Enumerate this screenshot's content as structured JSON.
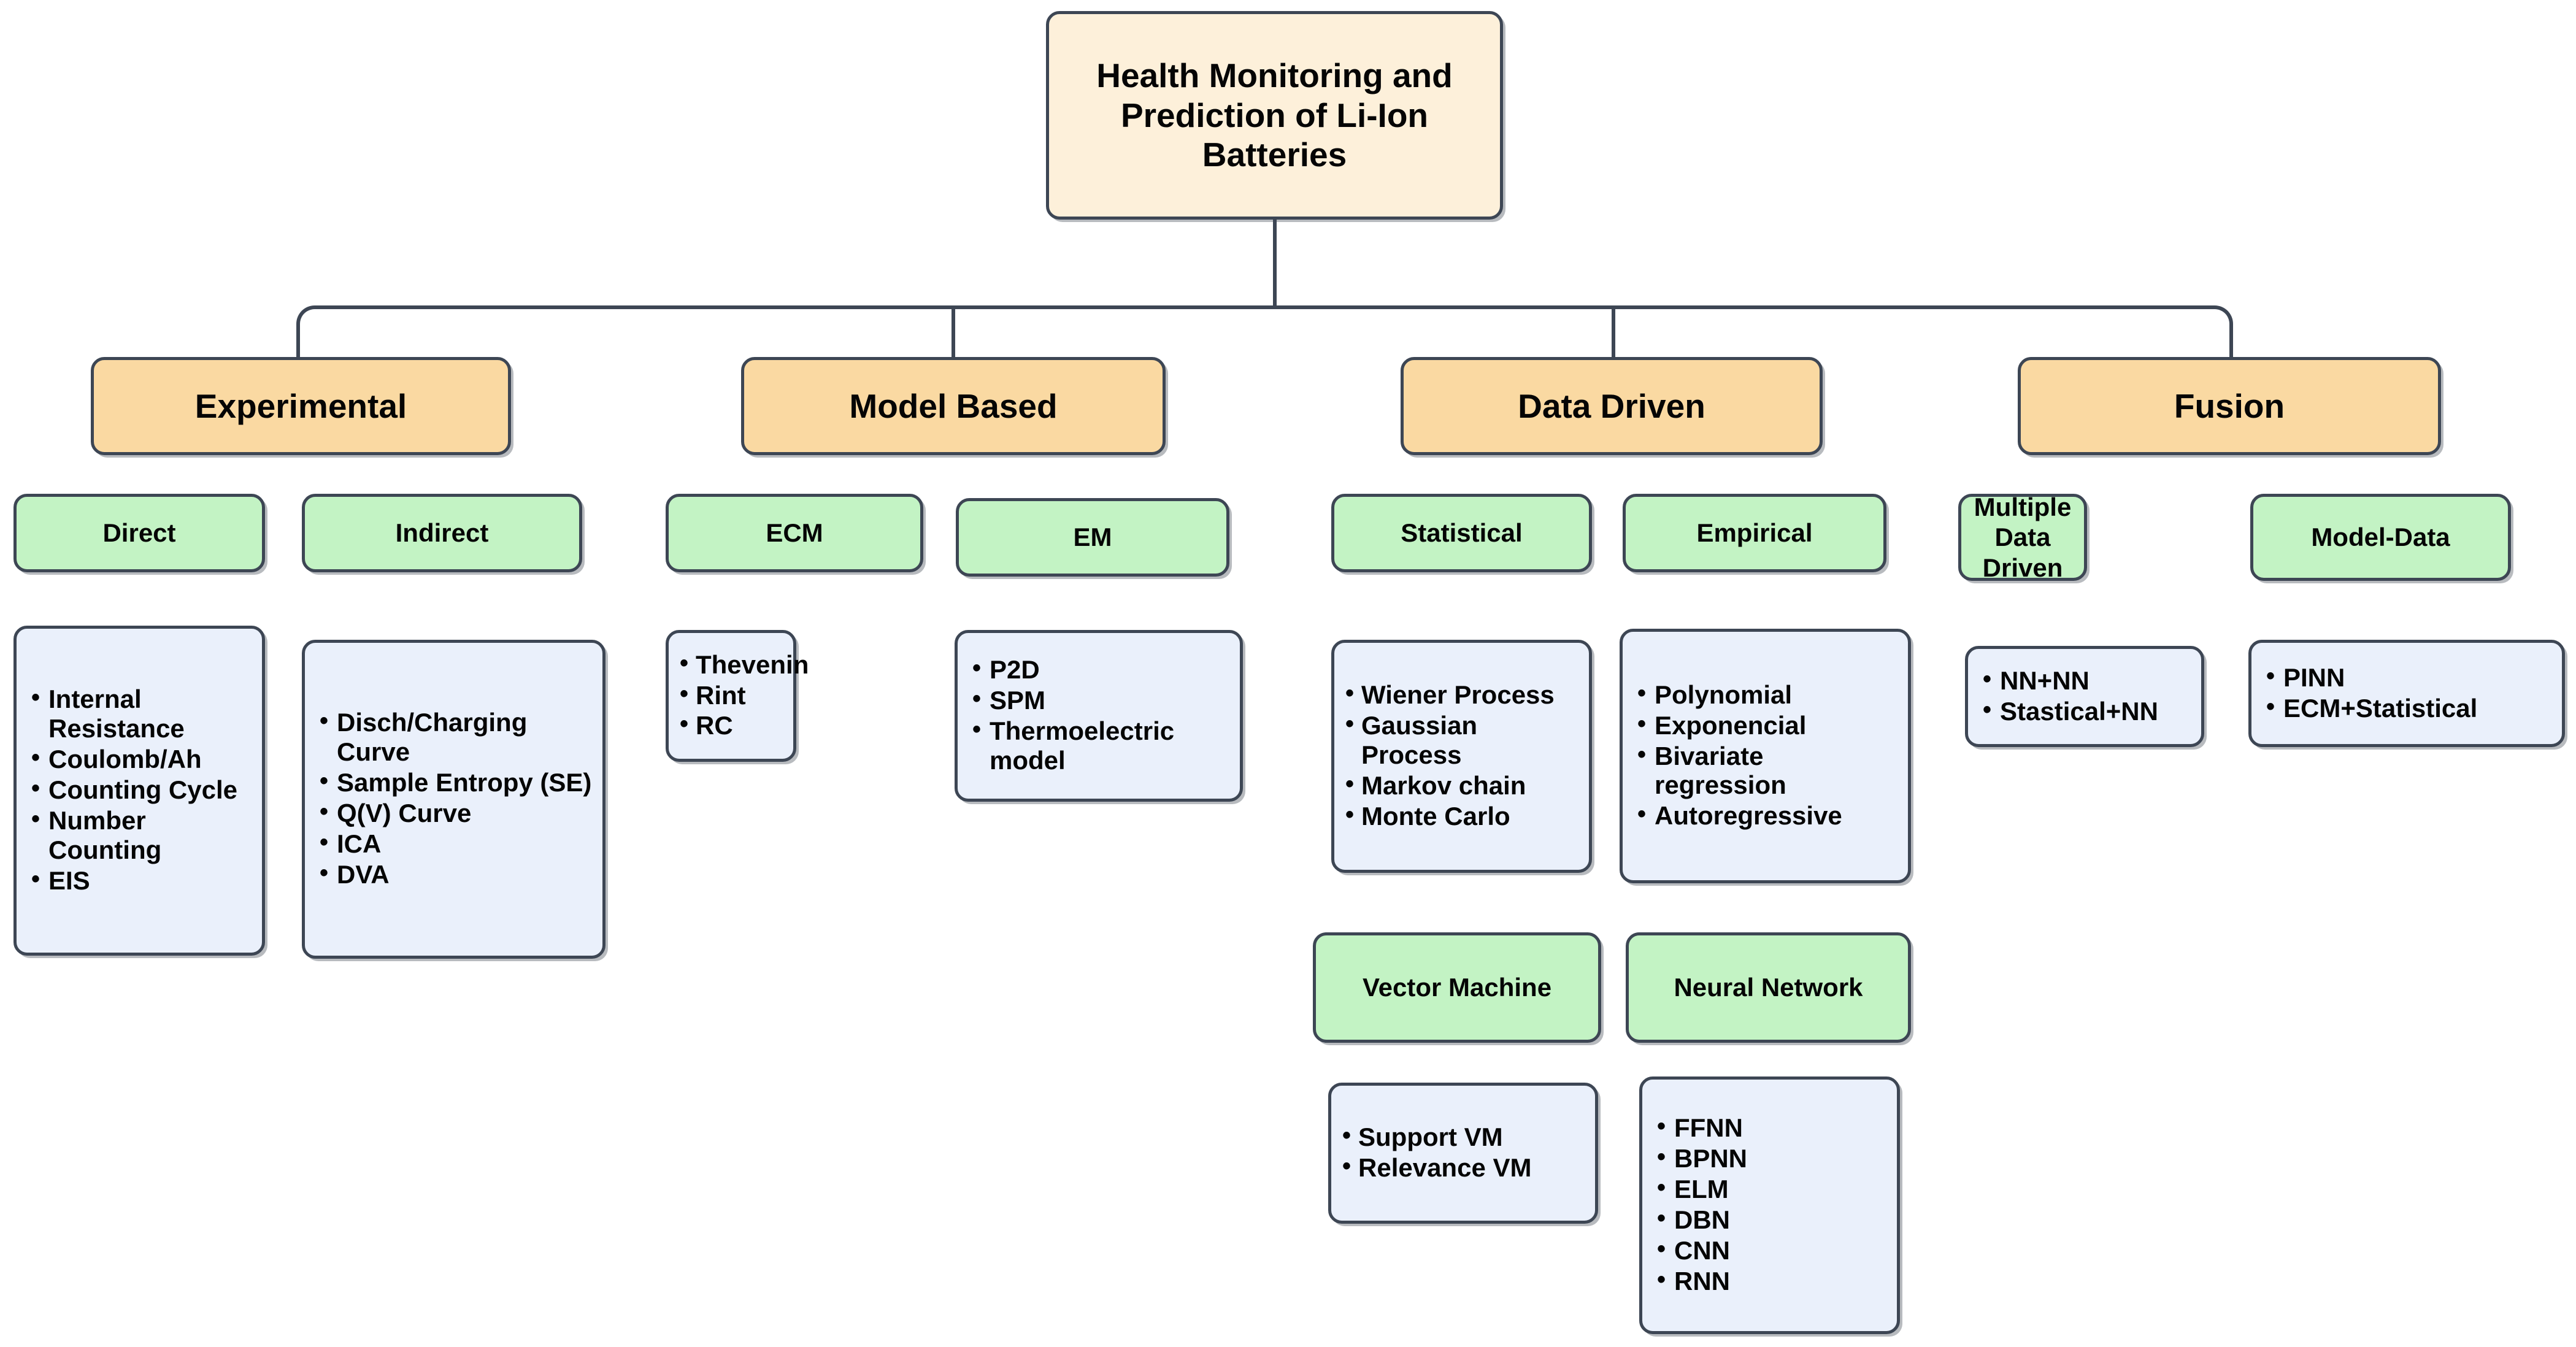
{
  "diagram": {
    "title": "Health Monitoring and Prediction of  Li-Ion Batteries",
    "colors": {
      "root_fill": "#fdf0da",
      "category_fill": "#fad9a2",
      "subcategory_fill": "#c3f3c4",
      "list_fill": "#eaf0fb",
      "border": "#3d4654",
      "text": "#050505"
    }
  },
  "root": {
    "label": "Health Monitoring and Prediction of  Li-Ion Batteries"
  },
  "branches": [
    {
      "label": "Experimental",
      "subcategories": [
        {
          "label": "Direct",
          "items": [
            "Internal Resistance",
            "Coulomb/Ah",
            "Counting Cycle",
            "Number Counting",
            "EIS"
          ]
        },
        {
          "label": "Indirect",
          "items": [
            "Disch/Charging Curve",
            "Sample Entropy (SE)",
            "Q(V) Curve",
            "ICA",
            "DVA"
          ]
        }
      ]
    },
    {
      "label": "Model Based",
      "subcategories": [
        {
          "label": "ECM",
          "items": [
            "Thevenin",
            "Rint",
            "RC"
          ]
        },
        {
          "label": "EM",
          "items": [
            "P2D",
            "SPM",
            "Thermoelectric model"
          ]
        }
      ]
    },
    {
      "label": "Data Driven",
      "subcategories": [
        {
          "label": "Statistical",
          "items": [
            "Wiener Process",
            "Gaussian Process",
            "Markov chain",
            "Monte Carlo"
          ]
        },
        {
          "label": "Empirical",
          "items": [
            "Polynomial",
            "Exponencial",
            "Bivariate regression",
            "Autoregressive"
          ]
        },
        {
          "label": "Vector Machine",
          "items": [
            "Support VM",
            "Relevance VM"
          ]
        },
        {
          "label": "Neural Network",
          "items": [
            "FFNN",
            "BPNN",
            "ELM",
            "DBN",
            "CNN",
            "RNN"
          ]
        }
      ]
    },
    {
      "label": "Fusion",
      "subcategories": [
        {
          "label": "Multiple Data Driven",
          "items": [
            "NN+NN",
            "Stastical+NN"
          ]
        },
        {
          "label": "Model-Data",
          "items": [
            "PINN",
            "ECM+Statistical"
          ]
        }
      ]
    }
  ]
}
